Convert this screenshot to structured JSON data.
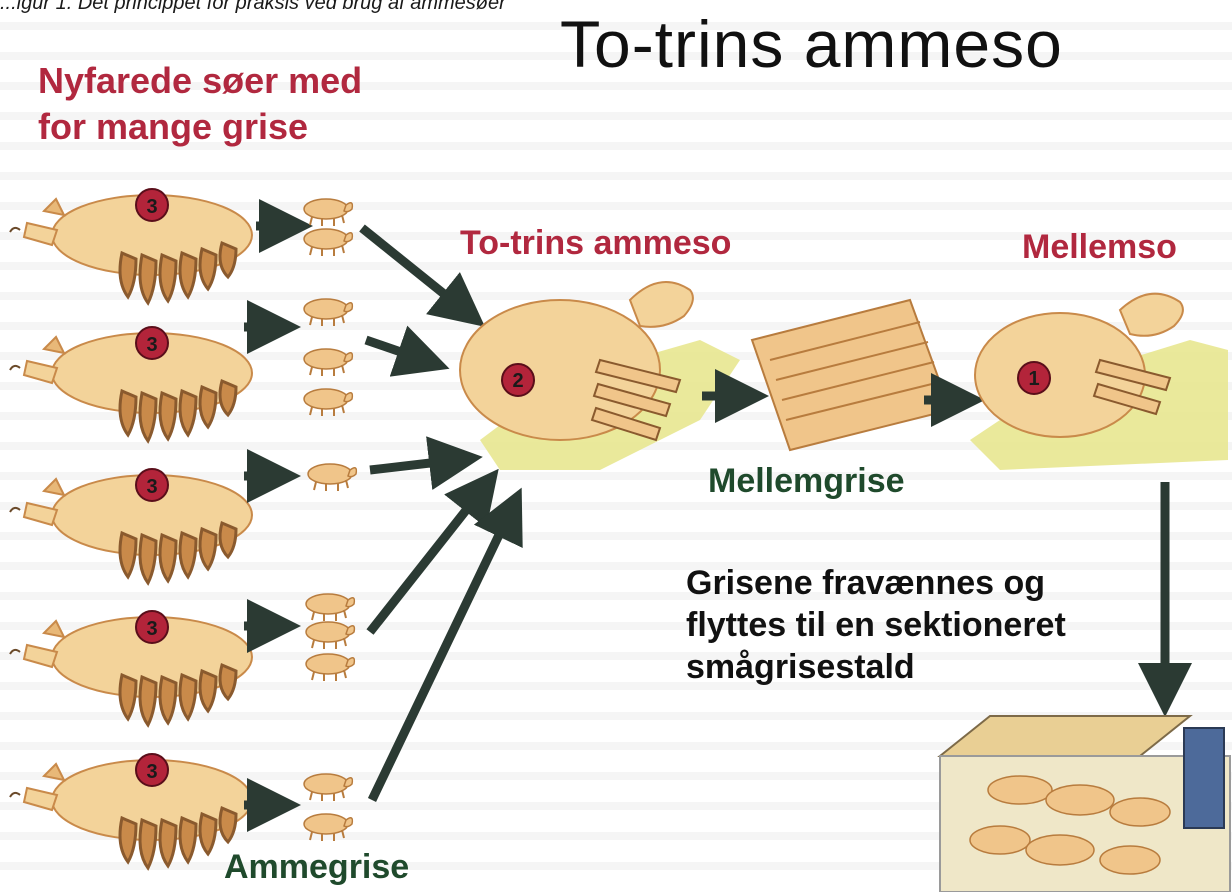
{
  "caption": "...igur 1. Det princippet for praksis ved brug af ammesøer",
  "title": "To-trins ammeso",
  "labels": {
    "source_sows": "Nyfarede søer med\nfor mange grise",
    "two_stage_nurse_sow": "To-trins ammeso",
    "intermediate_sow": "Mellemso",
    "intermediate_piglets": "Mellemgrise",
    "nurse_piglets": "Ammegrise",
    "weaning": "Grisene fravænnes og\nflyttes til en sektioneret\nsmågrisestald"
  },
  "badges": {
    "source": "3",
    "two_stage": "2",
    "intermediate": "1"
  },
  "colors": {
    "arrow": "#2b3a33",
    "badge": "#b3243a",
    "sow_body": "#f3d39a",
    "sow_shade": "#c98a4a",
    "straw": "#e6e58a",
    "heading_red": "#b1283f",
    "heading_green": "#1f4a2c"
  }
}
